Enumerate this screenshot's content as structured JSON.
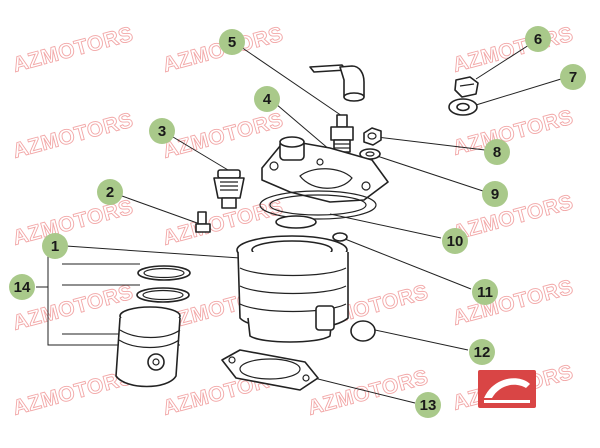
{
  "watermark": "AZMOTORS",
  "colors": {
    "callout_fill": "#a9c98a",
    "watermark": "#f2a7a7",
    "line": "#222222",
    "logo": "#d94545"
  },
  "callouts": [
    {
      "label": "1",
      "part": "cylinder"
    },
    {
      "label": "2",
      "part": "bolt"
    },
    {
      "label": "3",
      "part": "thermostat"
    },
    {
      "label": "4",
      "part": "spark-plug"
    },
    {
      "label": "5",
      "part": "spark-plug-cap"
    },
    {
      "label": "6",
      "part": "bleed-screw"
    },
    {
      "label": "7",
      "part": "washer"
    },
    {
      "label": "8",
      "part": "nut"
    },
    {
      "label": "9",
      "part": "washer-small"
    },
    {
      "label": "10",
      "part": "head-gasket"
    },
    {
      "label": "11",
      "part": "o-ring-small"
    },
    {
      "label": "12",
      "part": "o-ring"
    },
    {
      "label": "13",
      "part": "base-gasket"
    },
    {
      "label": "14",
      "part": "piston-kit"
    }
  ],
  "logo": {
    "name": "azmotors-logo-icon"
  }
}
